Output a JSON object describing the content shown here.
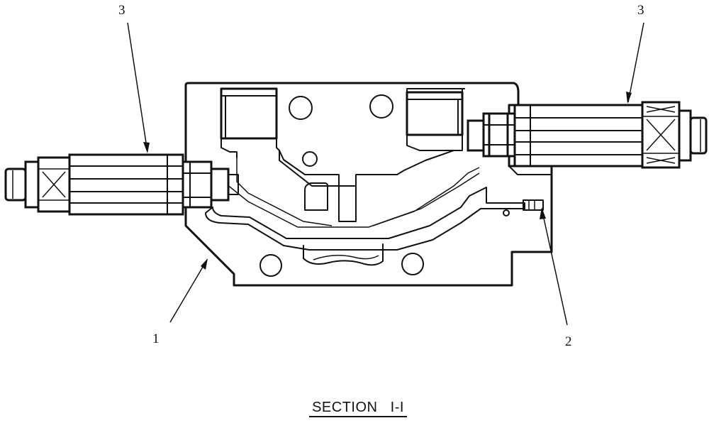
{
  "callouts": {
    "part_1": "1",
    "part_2": "2",
    "part_3_left": "3",
    "part_3_right": "3"
  },
  "caption": "SECTION   I-I",
  "colors": {
    "ink": "#111111",
    "background": "#ffffff"
  }
}
